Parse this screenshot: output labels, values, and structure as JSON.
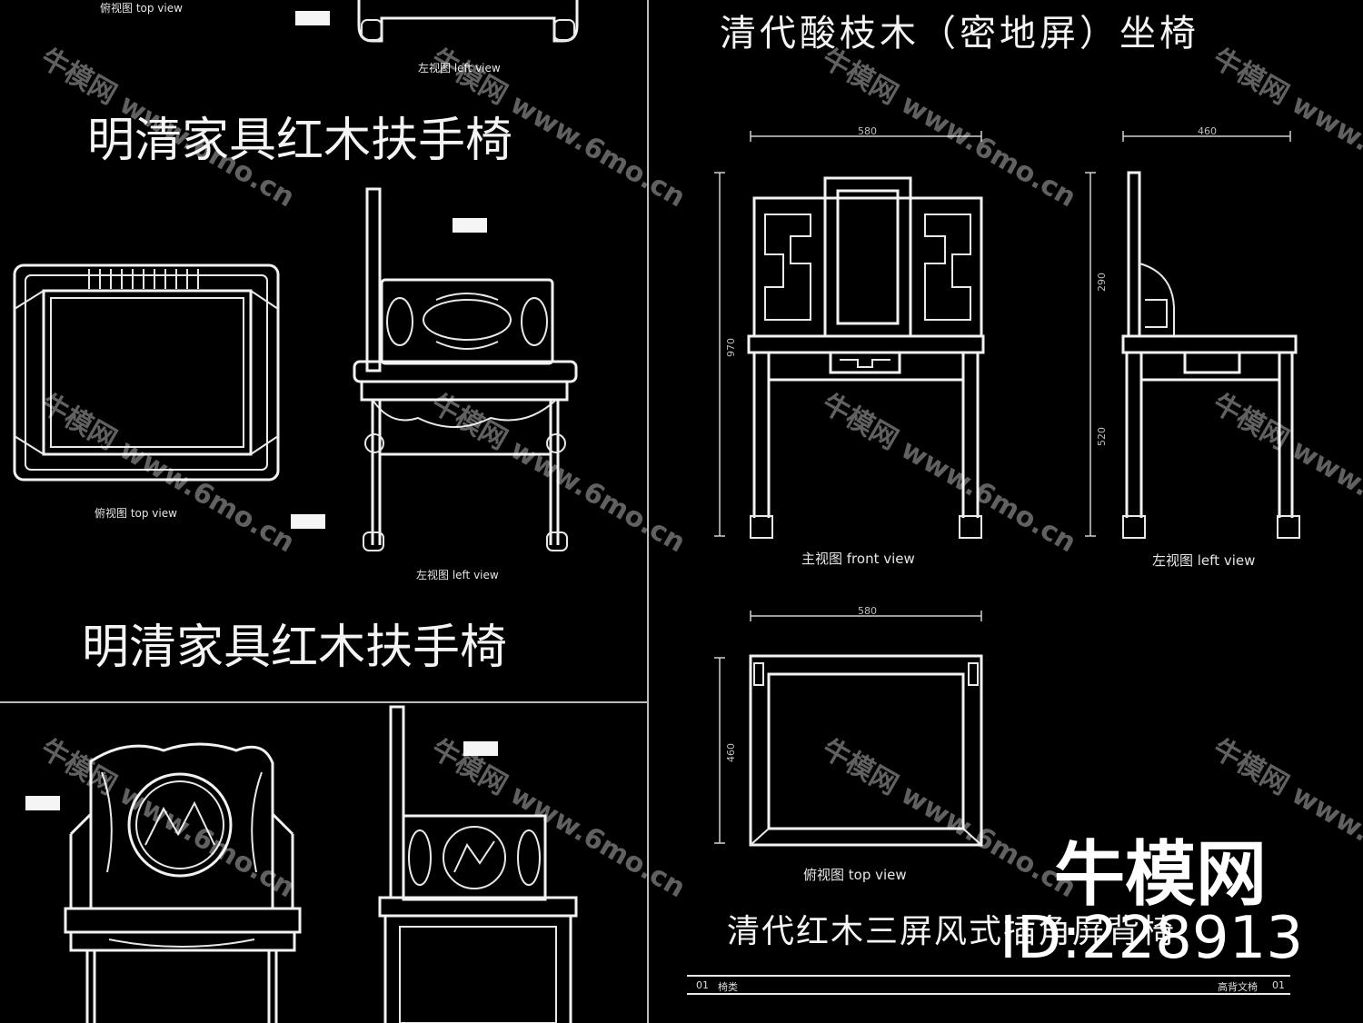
{
  "titles": {
    "armchair_1": "明清家具红木扶手椅",
    "armchair_2": "明清家具红木扶手椅",
    "qing_chair": "清代酸枝木（密地屏）坐椅",
    "three_screen_chair": "清代红木三屏风式插角屏背椅"
  },
  "view_labels": {
    "top_view_upper": "俯视图  top view",
    "left_view_upper": "左视图  left view",
    "top_view_mid": "俯视图  top view",
    "left_view_mid": "左视图  left view",
    "front_view": "主视图  front view",
    "left_view_right": "左视图  left view",
    "top_view_right": "俯视图  top view"
  },
  "dimensions": {
    "front_width": "580",
    "side_width": "460",
    "height_total": "970",
    "back_height": "290",
    "seat_height": "520",
    "top_width": "580",
    "top_depth": "460"
  },
  "table_row": {
    "left_no": "01",
    "left_name": "椅类",
    "right_name": "高背文椅",
    "right_no": "01"
  },
  "watermark": {
    "text": "牛模网 www.6mo.cn"
  },
  "brand": {
    "name": "牛模网",
    "id": "ID:228913"
  }
}
